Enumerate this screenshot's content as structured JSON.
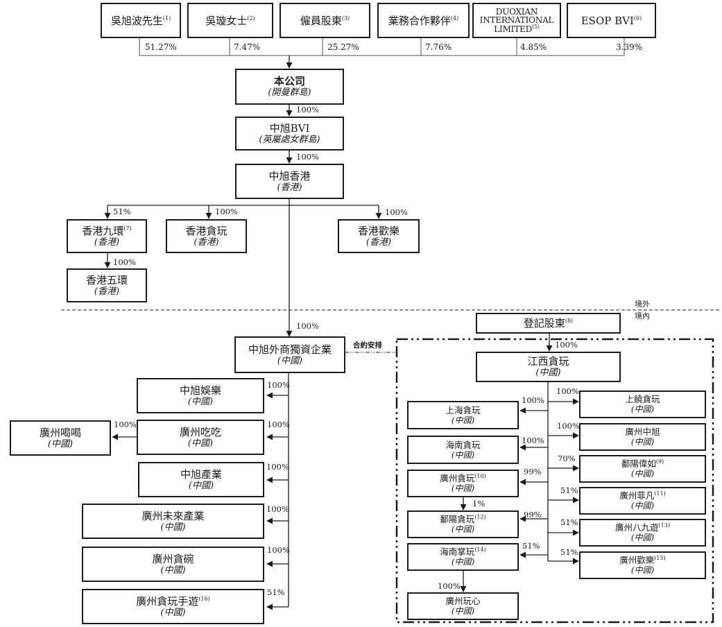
{
  "shareholders": [
    {
      "name": "吳旭波先生",
      "note": "(1)",
      "pct": "51.27%"
    },
    {
      "name": "吳璇女士",
      "note": "(2)",
      "pct": "7.47%"
    },
    {
      "name": "僱員股東",
      "note": "(3)",
      "pct": "25.27%"
    },
    {
      "name": "業務合作夥伴",
      "note": "(4)",
      "pct": "7.76%"
    },
    {
      "name": "DUOXIAN INTERNATIONAL LIMITED",
      "note": "(5)",
      "pct": "4.85%"
    },
    {
      "name": "ESOP BVI",
      "note": "(6)",
      "pct": "3.39%"
    }
  ],
  "company": {
    "name": "本公司",
    "loc": "(開曼群島)"
  },
  "bvi": {
    "name": "中旭BVI",
    "loc": "(英屬處女群島)",
    "pct": "100%"
  },
  "hk": {
    "name": "中旭香港",
    "loc": "(香港)",
    "pct": "100%"
  },
  "hk_subs": [
    {
      "name": "香港九環",
      "note": "(7)",
      "loc": "(香港)",
      "pct": "51%"
    },
    {
      "name": "香港貪玩",
      "note": "",
      "loc": "(香港)",
      "pct": "100%"
    },
    {
      "name": "香港歡樂",
      "note": "",
      "loc": "(香港)",
      "pct": "100%"
    }
  ],
  "hk_five": {
    "name": "香港五環",
    "loc": "(香港)",
    "pct": "100%"
  },
  "boundary": {
    "offshore": "境外",
    "onshore": "境內"
  },
  "wfoe": {
    "name": "中旭外商獨資企業",
    "loc": "(中國)",
    "pct": "100%"
  },
  "contract_label": "合約安排",
  "wfoe_subs": [
    {
      "name": "中旭娛樂",
      "note": "",
      "loc": "(中國)",
      "pct": "100%"
    },
    {
      "name": "廣州吃吃",
      "note": "",
      "loc": "(中國)",
      "pct": "100%"
    },
    {
      "name": "中旭產業",
      "note": "",
      "loc": "(中國)",
      "pct": "100%"
    },
    {
      "name": "廣州未來產業",
      "note": "",
      "loc": "(中國)",
      "pct": "100%"
    },
    {
      "name": "廣州貪碗",
      "note": "",
      "loc": "(中國)",
      "pct": "100%"
    },
    {
      "name": "廣州貪玩手遊",
      "note": "(16)",
      "loc": "(中國)",
      "pct": "51%"
    }
  ],
  "gz_hehe": {
    "name": "廣州喝喝",
    "loc": "(中國)",
    "pct": "100%"
  },
  "registered": {
    "name": "登記股東",
    "note": "(8)"
  },
  "jiangxi": {
    "name": "江西貪玩",
    "loc": "(中國)",
    "pct": "100%"
  },
  "jx_left": [
    {
      "name": "上海貪玩",
      "note": "",
      "loc": "(中國)",
      "pct": "100%"
    },
    {
      "name": "海南貪玩",
      "note": "",
      "loc": "(中國)",
      "pct": "100%"
    },
    {
      "name": "廣州貪玩",
      "note": "(10)",
      "loc": "(中國)",
      "pct": "99%"
    },
    {
      "name": "鄱陽貪玩",
      "note": "(12)",
      "loc": "(中國)",
      "pct": "99%"
    },
    {
      "name": "海南掌玩",
      "note": "(14)",
      "loc": "(中國)",
      "pct": "51%"
    }
  ],
  "jx_right": [
    {
      "name": "上饒貪玩",
      "note": "",
      "loc": "(中國)",
      "pct": "100%"
    },
    {
      "name": "廣州中旭",
      "note": "",
      "loc": "(中國)",
      "pct": "100%"
    },
    {
      "name": "鄱陽偉如",
      "note": "(9)",
      "loc": "(中國)",
      "pct": "70%"
    },
    {
      "name": "廣州菲凡",
      "note": "(11)",
      "loc": "(中國)",
      "pct": "51%"
    },
    {
      "name": "廣州八九遊",
      "note": "(13)",
      "loc": "(中國)",
      "pct": "51%"
    },
    {
      "name": "廣州歡樂",
      "note": "(15)",
      "loc": "(中國)",
      "pct": "51%"
    }
  ],
  "gz_to_py_pct": "1%",
  "gz_wanxin": {
    "name": "廣州玩心",
    "loc": "(中國)",
    "pct": "100%"
  }
}
